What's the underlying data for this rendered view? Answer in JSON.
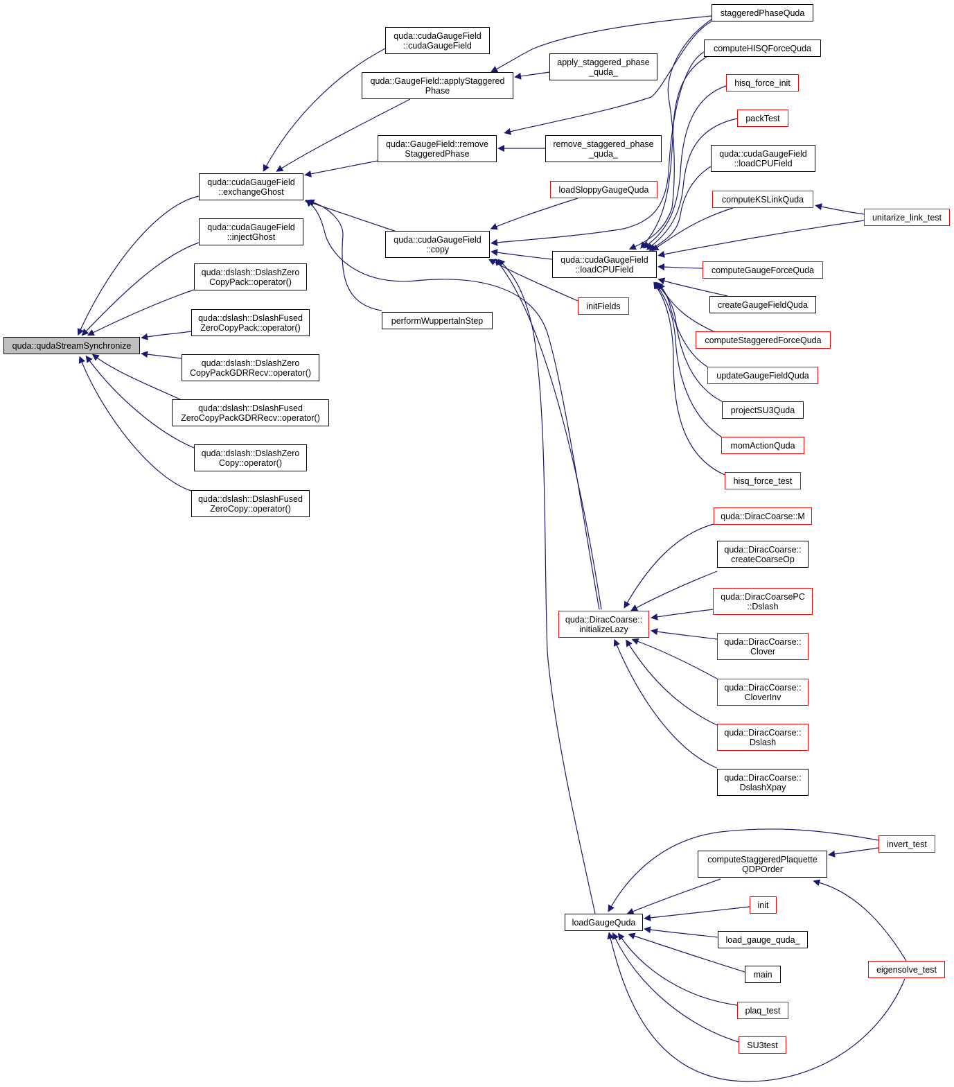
{
  "colors": {
    "edge": "#191970",
    "node_border": "#000000",
    "node_border_incomplete": "#ff0000",
    "root_fill": "#bfbfbf"
  },
  "nodes": {
    "root": {
      "lines": [
        "quda::qudaStreamSynchronize"
      ]
    },
    "exchangeGhost": {
      "lines": [
        "quda::cudaGaugeField",
        "::exchangeGhost"
      ]
    },
    "injectGhost": {
      "lines": [
        "quda::cudaGaugeField",
        "::injectGhost"
      ]
    },
    "dzcp": {
      "lines": [
        "quda::dslash::DslashZero",
        "CopyPack::operator()"
      ]
    },
    "dfzcp": {
      "lines": [
        "quda::dslash::DslashFused",
        "ZeroCopyPack::operator()"
      ]
    },
    "dzcpgdr": {
      "lines": [
        "quda::dslash::DslashZero",
        "CopyPackGDRRecv::operator()"
      ]
    },
    "dfzcpgdr": {
      "lines": [
        "quda::dslash::DslashFused",
        "ZeroCopyPackGDRRecv::operator()"
      ]
    },
    "dzc": {
      "lines": [
        "quda::dslash::DslashZero",
        "Copy::operator()"
      ]
    },
    "dfzc": {
      "lines": [
        "quda::dslash::DslashFused",
        "ZeroCopy::operator()"
      ]
    },
    "cgfCtor": {
      "lines": [
        "quda::cudaGaugeField",
        "::cudaGaugeField"
      ]
    },
    "applyStag": {
      "lines": [
        "quda::GaugeField::applyStaggered",
        "Phase"
      ]
    },
    "removeStag": {
      "lines": [
        "quda::GaugeField::remove",
        "StaggeredPhase"
      ]
    },
    "copy": {
      "lines": [
        "quda::cudaGaugeField",
        "::copy"
      ]
    },
    "wuppertal": {
      "lines": [
        "performWuppertalnStep"
      ]
    },
    "staggeredPhaseQuda": {
      "lines": [
        "staggeredPhaseQuda"
      ]
    },
    "applyStagQuda_": {
      "lines": [
        "apply_staggered_phase",
        "_quda_"
      ]
    },
    "removeStagQuda_": {
      "lines": [
        "remove_staggered_phase",
        "_quda_"
      ]
    },
    "loadSloppy": {
      "lines": [
        "loadSloppyGaugeQuda"
      ]
    },
    "loadCPU": {
      "lines": [
        "quda::cudaGaugeField",
        "::loadCPUField"
      ]
    },
    "initFields": {
      "lines": [
        "initFields"
      ]
    },
    "computeHISQ": {
      "lines": [
        "computeHISQForceQuda"
      ]
    },
    "hisqForceInit": {
      "lines": [
        "hisq_force_init"
      ]
    },
    "packTest": {
      "lines": [
        "packTest"
      ]
    },
    "loadCPU2": {
      "lines": [
        "quda::cudaGaugeField",
        "::loadCPUField"
      ]
    },
    "computeKSLink": {
      "lines": [
        "computeKSLinkQuda"
      ]
    },
    "unitarize": {
      "lines": [
        "unitarize_link_test"
      ]
    },
    "computeGaugeForce": {
      "lines": [
        "computeGaugeForceQuda"
      ]
    },
    "createGaugeField": {
      "lines": [
        "createGaugeFieldQuda"
      ]
    },
    "computeStagForce": {
      "lines": [
        "computeStaggeredForceQuda"
      ]
    },
    "updateGauge": {
      "lines": [
        "updateGaugeFieldQuda"
      ]
    },
    "projectSU3": {
      "lines": [
        "projectSU3Quda"
      ]
    },
    "momAction": {
      "lines": [
        "momActionQuda"
      ]
    },
    "hisqForceTest": {
      "lines": [
        "hisq_force_test"
      ]
    },
    "initLazy": {
      "lines": [
        "quda::DiracCoarse::",
        "initializeLazy"
      ]
    },
    "dcM": {
      "lines": [
        "quda::DiracCoarse::M"
      ]
    },
    "dcCreate": {
      "lines": [
        "quda::DiracCoarse::",
        "createCoarseOp"
      ]
    },
    "dcpcDslash": {
      "lines": [
        "quda::DiracCoarsePC",
        "::Dslash"
      ]
    },
    "dcClover": {
      "lines": [
        "quda::DiracCoarse::",
        "Clover"
      ]
    },
    "dcCloverInv": {
      "lines": [
        "quda::DiracCoarse::",
        "CloverInv"
      ]
    },
    "dcDslash": {
      "lines": [
        "quda::DiracCoarse::",
        "Dslash"
      ]
    },
    "dcDslashXpay": {
      "lines": [
        "quda::DiracCoarse::",
        "DslashXpay"
      ]
    },
    "loadGauge": {
      "lines": [
        "loadGaugeQuda"
      ]
    },
    "plaquette": {
      "lines": [
        "computeStaggeredPlaquette",
        "QDPOrder"
      ]
    },
    "invertTest": {
      "lines": [
        "invert_test"
      ]
    },
    "init": {
      "lines": [
        "init"
      ]
    },
    "loadGauge_": {
      "lines": [
        "load_gauge_quda_"
      ]
    },
    "main": {
      "lines": [
        "main"
      ]
    },
    "eigensolve": {
      "lines": [
        "eigensolve_test"
      ]
    },
    "plaqTest": {
      "lines": [
        "plaq_test"
      ]
    },
    "su3test": {
      "lines": [
        "SU3test"
      ]
    }
  }
}
